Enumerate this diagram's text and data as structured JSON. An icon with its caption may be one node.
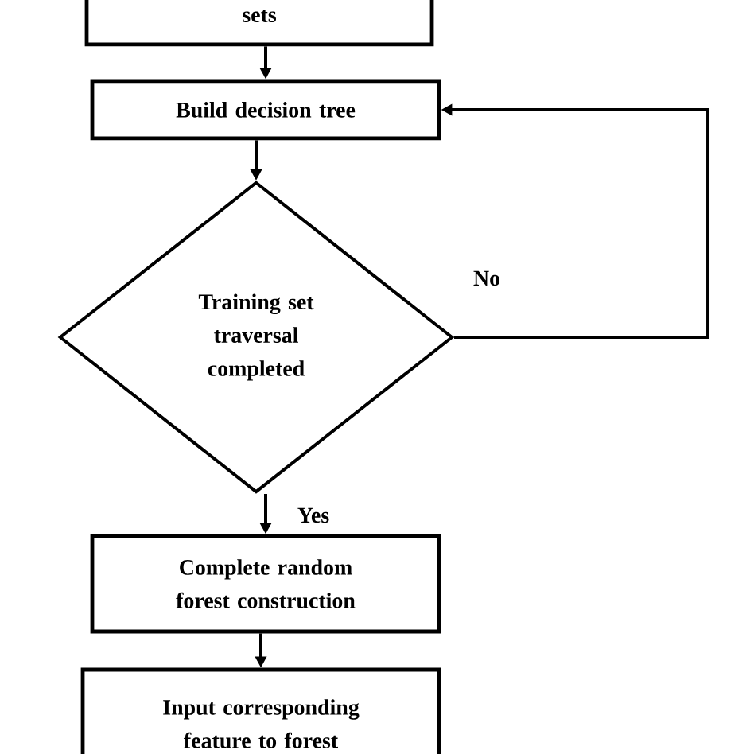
{
  "diagram": {
    "nodes": [
      {
        "text": [
          "sets"
        ]
      },
      {
        "text": [
          "Build decision tree"
        ]
      },
      {
        "text": [
          "Training set traversal completed"
        ]
      },
      {
        "text": [
          "Complete random forest construction"
        ]
      },
      {
        "text": [
          "Input corresponding feature to forest"
        ]
      }
    ],
    "edges": [
      {
        "from": 0,
        "to": 1,
        "arrow": "to"
      },
      {
        "from": 1,
        "to": 2,
        "arrow": "to"
      },
      {
        "from": 2,
        "to": 3,
        "arrow": "to",
        "label": "Yes"
      },
      {
        "from": 2,
        "to": 1,
        "arrow": "to",
        "label": "No"
      },
      {
        "from": 3,
        "to": 4,
        "arrow": "to"
      }
    ]
  }
}
